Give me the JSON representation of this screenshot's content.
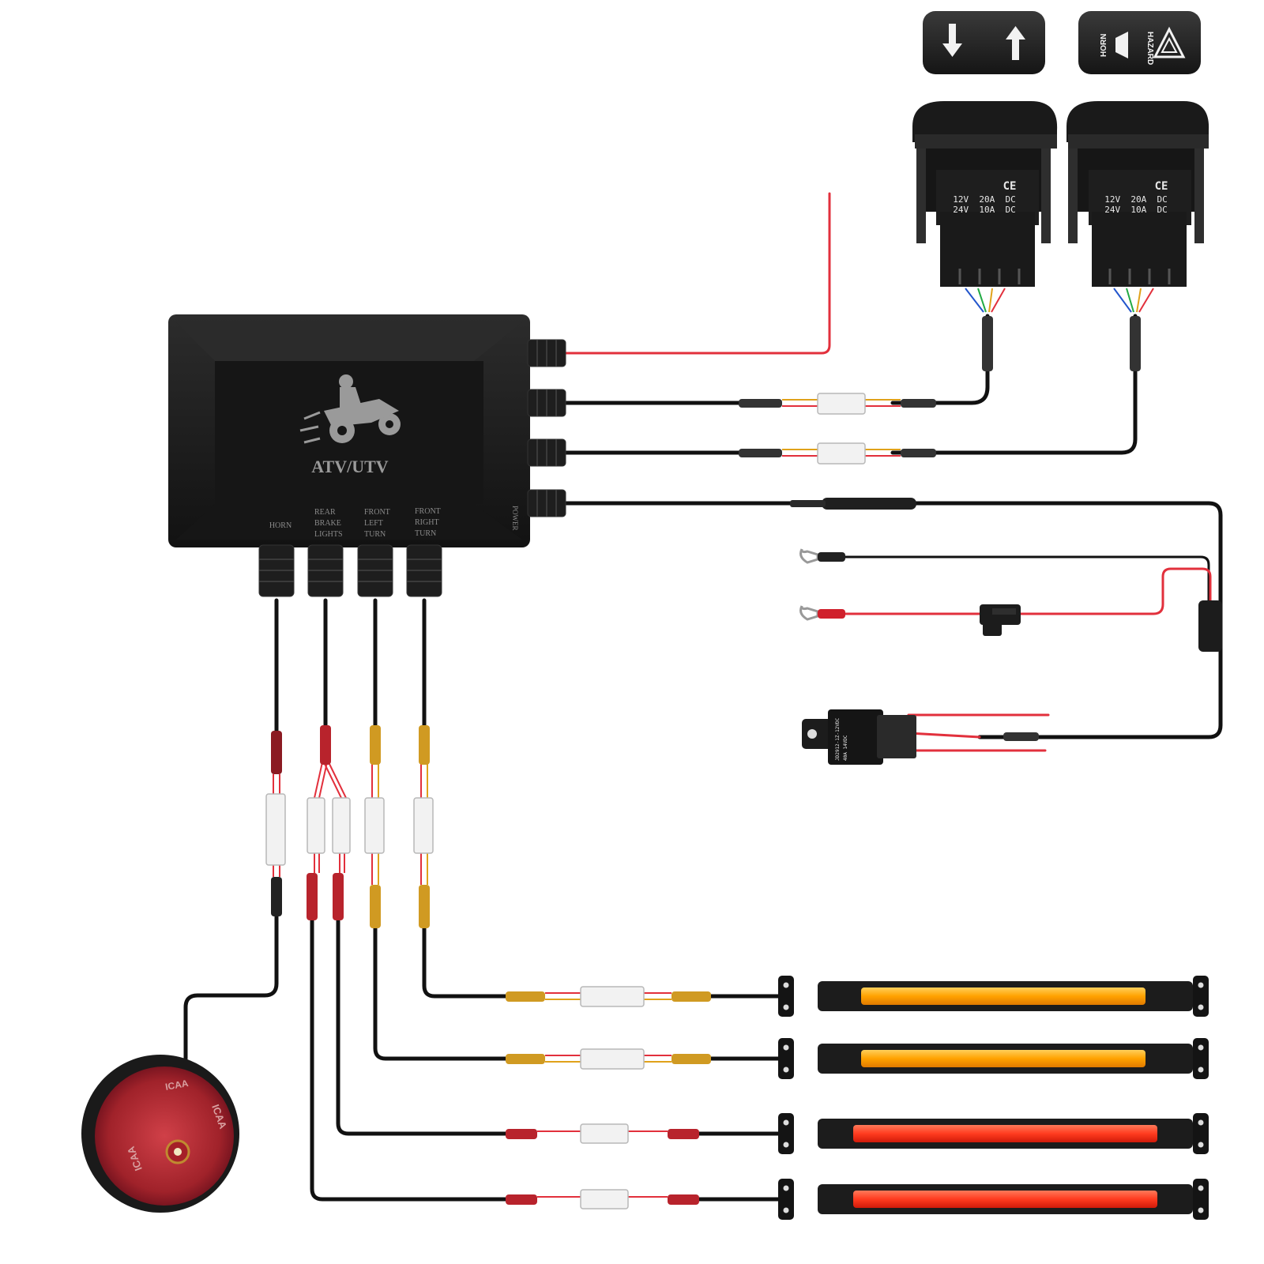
{
  "control_box": {
    "logo_text": "ATV/UTV",
    "bottom_ports": [
      {
        "lines": [
          "HORN"
        ]
      },
      {
        "lines": [
          "REAR",
          "BRAKE",
          "LIGHTS"
        ]
      },
      {
        "lines": [
          "FRONT",
          "LEFT",
          "TURN"
        ]
      },
      {
        "lines": [
          "FRONT",
          "RIGHT",
          "TURN"
        ]
      }
    ],
    "side_port_power_label": "POWER"
  },
  "switch_caps": {
    "hazard_label": "HAZARD",
    "horn_label": "HORN"
  },
  "switch_rating": {
    "ce_mark": "CE",
    "line1": "12V  20A  DC",
    "line2": "24V  10A  DC"
  },
  "relay": {
    "text1": "JD2912-1Z-12VDC",
    "text2": "40A  14VDC"
  },
  "horn_unit": {
    "brand": "ICAA"
  },
  "colors": {
    "wire_black": "#111111",
    "wire_red": "#e2303c",
    "wire_yellow": "#e0a21a",
    "amber_bar": "#ffa200",
    "red_bar": "#ff3b1f",
    "horn_red": "#b3262e",
    "box_black": "#1b1b1b"
  }
}
